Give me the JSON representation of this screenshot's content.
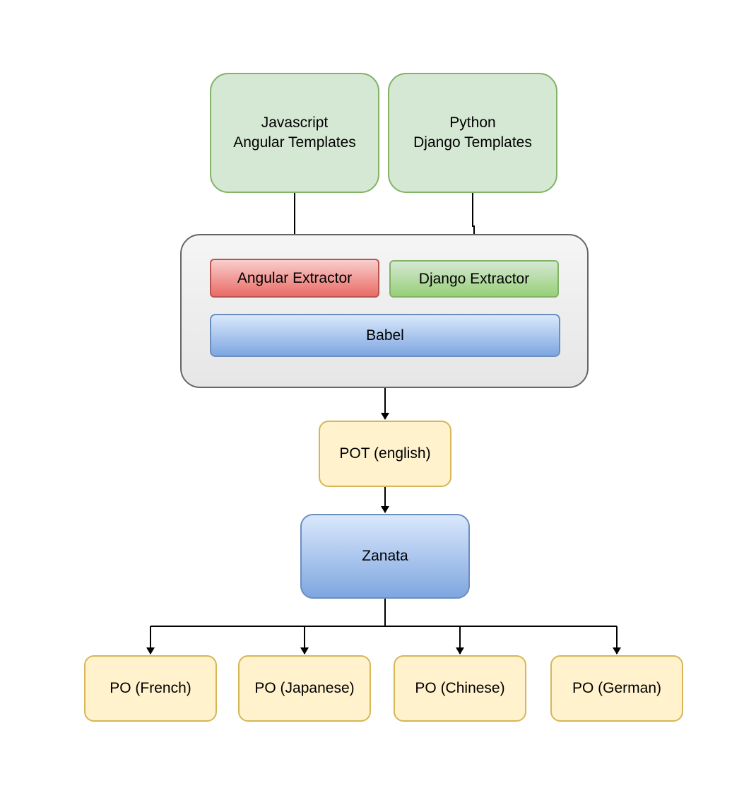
{
  "diagram": {
    "sources": [
      {
        "label": "Javascript\nAngular Templates"
      },
      {
        "label": "Python\nDjango Templates"
      }
    ],
    "extractors": [
      {
        "label": "Angular Extractor"
      },
      {
        "label": "Django Extractor"
      }
    ],
    "babel": {
      "label": "Babel"
    },
    "pot": {
      "label": "POT (english)"
    },
    "zanata": {
      "label": "Zanata"
    },
    "outputs": [
      {
        "label": "PO (French)"
      },
      {
        "label": "PO (Japanese)"
      },
      {
        "label": "PO (Chinese)"
      },
      {
        "label": "PO (German)"
      }
    ],
    "edges": [
      {
        "from": "Javascript Angular Templates",
        "to": "Angular Extractor"
      },
      {
        "from": "Python Django Templates",
        "to": "Django Extractor"
      },
      {
        "from": "Babel",
        "to": "POT (english)"
      },
      {
        "from": "POT (english)",
        "to": "Zanata"
      },
      {
        "from": "Zanata",
        "to": "PO (French)"
      },
      {
        "from": "Zanata",
        "to": "PO (Japanese)"
      },
      {
        "from": "Zanata",
        "to": "PO (Chinese)"
      },
      {
        "from": "Zanata",
        "to": "PO (German)"
      }
    ],
    "colors": {
      "source_fill": "#d5e8d4",
      "source_stroke": "#82b366",
      "angular_fill": "#ea6b66",
      "angular_stroke": "#b85450",
      "blue_fill": "#7ea6e0",
      "blue_stroke": "#6c8ebf",
      "yellow_fill": "#fff2cc",
      "yellow_stroke": "#d6b656",
      "group_fill": "#eeeeee",
      "group_stroke": "#666666",
      "edge": "#000000"
    }
  }
}
